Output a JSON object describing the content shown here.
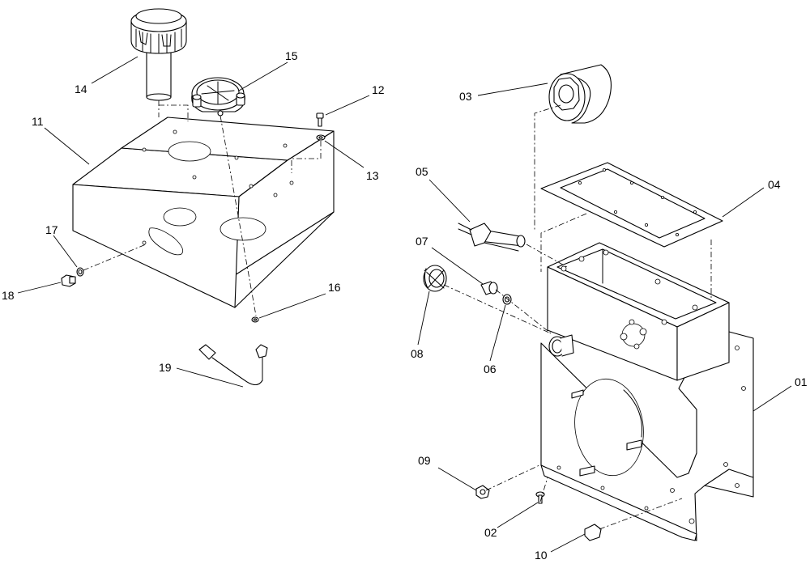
{
  "callouts": {
    "c01": "01",
    "c02": "02",
    "c03": "03",
    "c04": "04",
    "c05": "05",
    "c06": "06",
    "c07": "07",
    "c08": "08",
    "c09": "09",
    "c10": "10",
    "c11": "11",
    "c12": "12",
    "c13": "13",
    "c14": "14",
    "c15": "15",
    "c16": "16",
    "c17": "17",
    "c18": "18",
    "c19": "19"
  }
}
